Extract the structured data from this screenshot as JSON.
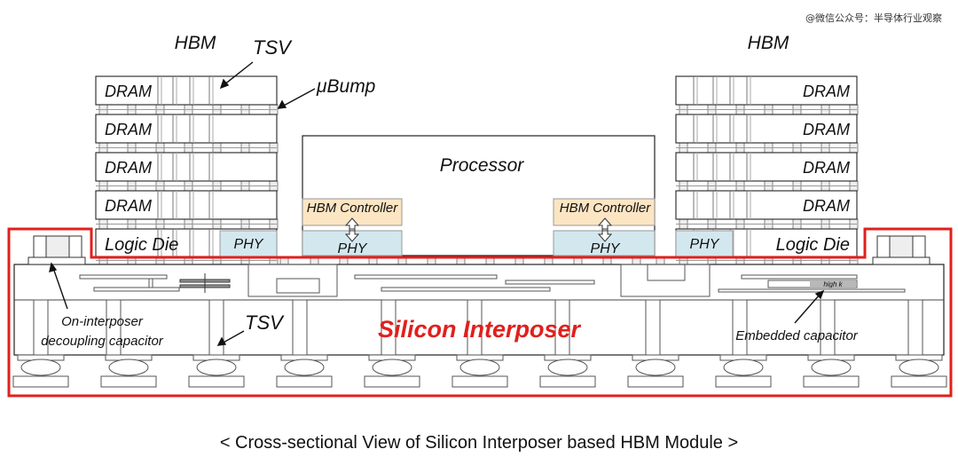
{
  "watermark": "@微信公众号：半导体行业观察",
  "labels": {
    "hbm_left": "HBM",
    "hbm_right": "HBM",
    "tsv_top": "TSV",
    "ubump": "μBump",
    "dram": "DRAM",
    "logic_die": "Logic Die",
    "phy": "PHY",
    "processor": "Processor",
    "hbm_controller": "HBM Controller",
    "silicon_interposer": "Silicon Interposer",
    "tsv_interposer": "TSV",
    "decap_line1": "On-interposer",
    "decap_line2": "decoupling capacitor",
    "embedded_capacitor": "Embedded capacitor",
    "high_k": "high k"
  },
  "caption": "< Cross-sectional View of Silicon Interposer based HBM Module >",
  "colors": {
    "outline_red": "#e0201c",
    "hbm_controller": "#fbe5c3",
    "phy": "#d3e8ee",
    "high_k": "#b8b8b8"
  }
}
